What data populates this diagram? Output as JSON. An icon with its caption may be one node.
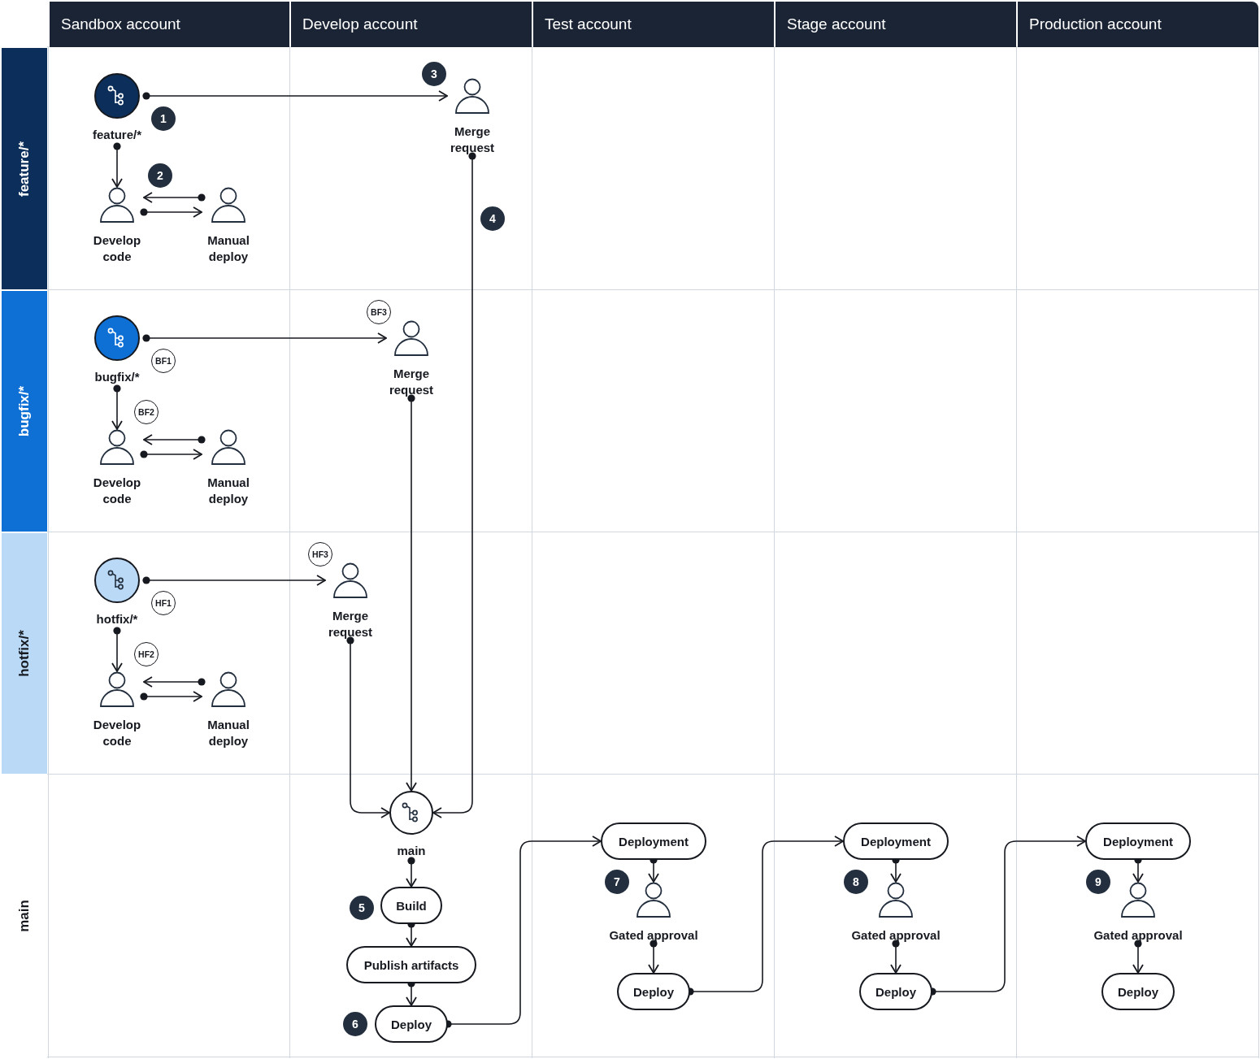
{
  "diagram": {
    "nodes": [
      {
        "text": [
          "Sandbox account"
        ]
      },
      {
        "text": [
          "Develop account"
        ]
      },
      {
        "text": [
          "Test account"
        ]
      },
      {
        "text": [
          "Stage account"
        ]
      },
      {
        "text": [
          "Production account"
        ]
      },
      {
        "text": [
          "feature/*"
        ]
      },
      {
        "text": [
          "bugfix/*"
        ]
      },
      {
        "text": [
          "hotfix/*"
        ]
      },
      {
        "text": [
          "main"
        ]
      },
      {
        "text": [
          "feature/*"
        ]
      },
      {
        "text": [
          "Develop code"
        ]
      },
      {
        "text": [
          "Manual deploy"
        ]
      },
      {
        "text": [
          "Merge request"
        ]
      },
      {
        "text": [
          "bugfix/*"
        ]
      },
      {
        "text": [
          "Develop code"
        ]
      },
      {
        "text": [
          "Manual deploy"
        ]
      },
      {
        "text": [
          "Merge request"
        ]
      },
      {
        "text": [
          "hotfix/*"
        ]
      },
      {
        "text": [
          "Develop code"
        ]
      },
      {
        "text": [
          "Manual deploy"
        ]
      },
      {
        "text": [
          "Merge request"
        ]
      },
      {
        "text": [
          "main"
        ]
      },
      {
        "text": [
          "Build"
        ]
      },
      {
        "text": [
          "Publish artifacts"
        ]
      },
      {
        "text": [
          "Deploy"
        ]
      },
      {
        "text": [
          "Deployment"
        ]
      },
      {
        "text": [
          "Gated approval"
        ]
      },
      {
        "text": [
          "Deploy"
        ]
      },
      {
        "text": [
          "Deployment"
        ]
      },
      {
        "text": [
          "Gated approval"
        ]
      },
      {
        "text": [
          "Deploy"
        ]
      },
      {
        "text": [
          "Deployment"
        ]
      },
      {
        "text": [
          "Gated approval"
        ]
      },
      {
        "text": [
          "Deploy"
        ]
      }
    ],
    "edges": [
      {
        "from": 9,
        "to": 12,
        "arrow": "to"
      },
      {
        "from": 9,
        "to": 10,
        "arrow": "to"
      },
      {
        "from": 11,
        "to": 10,
        "arrow": "to"
      },
      {
        "from": 10,
        "to": 11,
        "arrow": "to"
      },
      {
        "from": 12,
        "to": 21,
        "arrow": "to"
      },
      {
        "from": 13,
        "to": 16,
        "arrow": "to"
      },
      {
        "from": 13,
        "to": 14,
        "arrow": "to"
      },
      {
        "from": 15,
        "to": 14,
        "arrow": "to"
      },
      {
        "from": 14,
        "to": 15,
        "arrow": "to"
      },
      {
        "from": 16,
        "to": 21,
        "arrow": "to"
      },
      {
        "from": 17,
        "to": 20,
        "arrow": "to"
      },
      {
        "from": 17,
        "to": 18,
        "arrow": "to"
      },
      {
        "from": 19,
        "to": 18,
        "arrow": "to"
      },
      {
        "from": 18,
        "to": 19,
        "arrow": "to"
      },
      {
        "from": 20,
        "to": 21,
        "arrow": "to"
      },
      {
        "from": 21,
        "to": 22,
        "arrow": "to"
      },
      {
        "from": 22,
        "to": 23,
        "arrow": "to"
      },
      {
        "from": 23,
        "to": 24,
        "arrow": "to"
      },
      {
        "from": 24,
        "to": 25,
        "arrow": "to"
      },
      {
        "from": 25,
        "to": 26,
        "arrow": "to"
      },
      {
        "from": 26,
        "to": 27,
        "arrow": "to"
      },
      {
        "from": 27,
        "to": 28,
        "arrow": "to"
      },
      {
        "from": 28,
        "to": 29,
        "arrow": "to"
      },
      {
        "from": 29,
        "to": 30,
        "arrow": "to"
      },
      {
        "from": 30,
        "to": 31,
        "arrow": "to"
      },
      {
        "from": 31,
        "to": 32,
        "arrow": "to"
      },
      {
        "from": 32,
        "to": 33,
        "arrow": "to"
      }
    ],
    "labels": [
      "1",
      "2",
      "3",
      "4",
      "BF1",
      "BF2",
      "BF3",
      "HF1",
      "HF2",
      "HF3",
      "5",
      "6",
      "7",
      "8",
      "9"
    ]
  }
}
